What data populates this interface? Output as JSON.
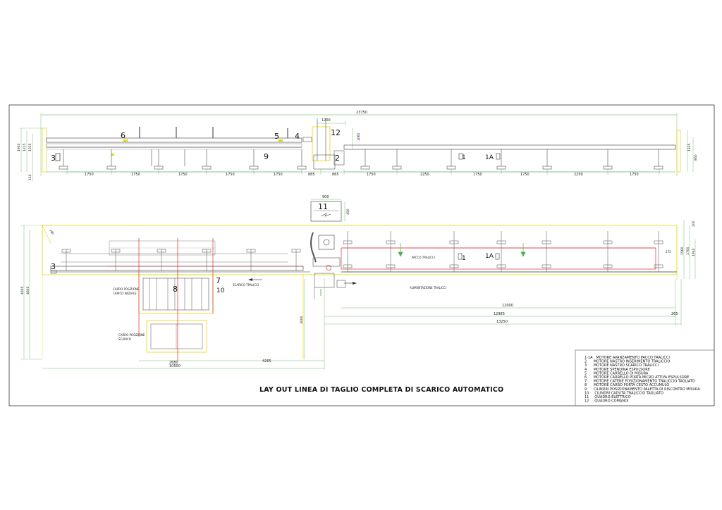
{
  "title": "LAY OUT LINEA DI TAGLIO COMPLETA DI SCARICO AUTOMATICO",
  "elevation": {
    "overall": "23750",
    "box_width": "1200",
    "heights_left": [
      "1940",
      "1225",
      "1335"
    ],
    "height_base": "110",
    "height_mid": "1060",
    "heights_right": [
      "1335",
      "860"
    ],
    "spans": [
      "1750",
      "1750",
      "1750",
      "1750",
      "1750",
      "885",
      "865",
      "1750",
      "2250",
      "1750",
      "1750",
      "2250",
      "1750"
    ],
    "labels": {
      "m6": "6",
      "m5": "5",
      "m4": "4",
      "m12": "12",
      "m3": "3",
      "m9": "9",
      "m2": "2",
      "m1": "1",
      "m1a": "1A"
    }
  },
  "panel": {
    "width": "900",
    "height": "450",
    "label": "11"
  },
  "plan": {
    "dims_right": [
      "200",
      "275",
      "1560",
      "1700",
      "1940"
    ],
    "dims_left": [
      "4905",
      "4800"
    ],
    "angle": "786",
    "dim_3000": "3000",
    "dim_12000": "12000",
    "dim_12985": "12985",
    "dim_13250": "13250",
    "dim_265": "265",
    "dim_2680": "2680",
    "dim_4265": "4265",
    "dim_10500": "10500",
    "labels": {
      "m3": "3",
      "m7": "7",
      "m8": "8",
      "m10": "10",
      "m1": "1",
      "m1a": "1A"
    },
    "text": {
      "pacco": "PACCO TRALICCI",
      "scarico": "SCARICO TRALICCI",
      "alimentazione": "ALIMENTAZIONE TRALICCI",
      "carro_pos": "CARRO POSIZIONE",
      "carico_iniziale": "CARICO INIZIALE",
      "carro_pos2": "CARRO POSIZIONE",
      "scarico2": "SCARICO"
    }
  },
  "legend": [
    "1-1A   MOTORE AVANZAMENTO PACCO TRALICCI",
    "2      MOTORE NASTRO INSERIMENTO TRALICCIO",
    "3      MOTORE NASTRO SCARICO TRALICCI",
    "4      MOTORE SPENDINA ESPULSORE",
    "5      MOTORE CARRELLO DI MISURA",
    "6      MOTORE CARRELLO PORTA MICRO ATTIVA ESPULSORE",
    "7      MOTORE CATENE POSIZIONAMENTO TRALICCIO TAGLIATO",
    "8      MOTORE CARRO PORTA CESTO ACCUMULO",
    "9      CILINDRI POSIZIONAMENTO PALETTA DI RISCONTRO MISURA",
    "10     CILINDRI CADUTA TRALICCIO TAGLIATO",
    "11     QUADRO ELETTRICO",
    "12     QUADRO COMANDI"
  ]
}
